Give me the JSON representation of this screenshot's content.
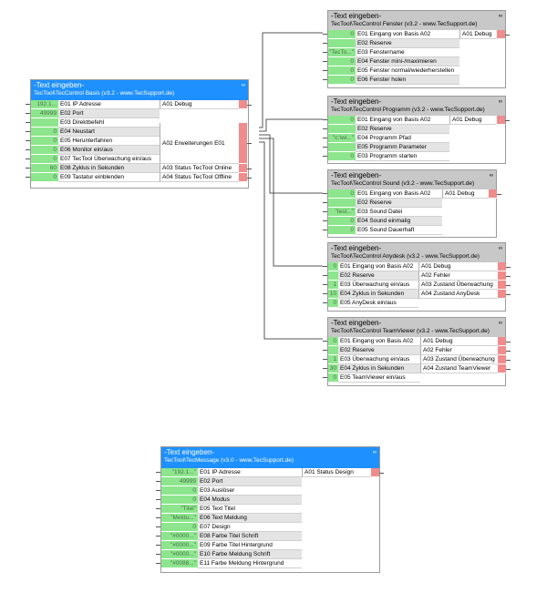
{
  "blocks": {
    "basis": {
      "title": "-Text eingeben-",
      "subtitle": "TecTool\\TecControl Basis (v3.2 - www.TecSupport.de)",
      "icon": "∞",
      "inputs": [
        {
          "value": "192.1...",
          "label": "E01 IP Adresse"
        },
        {
          "value": "49999",
          "label": "E02 Port"
        },
        {
          "value": "",
          "label": "E03 Direktbefehl"
        },
        {
          "value": "0",
          "label": "E04 Neustart"
        },
        {
          "value": "0",
          "label": "E05 Herunterfahren"
        },
        {
          "value": "0",
          "label": "E06 Monitor ein/aus"
        },
        {
          "value": "0",
          "label": "E07 TecTool Überwachung ein/aus"
        },
        {
          "value": "60",
          "label": "E08 Zyklus in Sekunden"
        },
        {
          "value": "0",
          "label": "E09 Tastatur einblenden"
        }
      ],
      "outputs": [
        "A01 Debug",
        "A02 Erweiterungen E01",
        "A03 Status TecTool Online",
        "A04 Status TecTool Offline"
      ]
    },
    "fenster": {
      "title": "-Text eingeben-",
      "subtitle": "TecTool\\TecControl Fenster (v3.2 - www.TecSupport.de)",
      "icon": "∞",
      "inputs": [
        {
          "value": "0",
          "label": "E01 Eingang von Basis A02"
        },
        {
          "value": "",
          "label": "E02 Reserve"
        },
        {
          "value": "\"TecTo...\"",
          "label": "E03 Fenstername"
        },
        {
          "value": "0",
          "label": "E04 Fenster mini-/maximieren"
        },
        {
          "value": "0",
          "label": "E05 Fenster normal/wiederherstellen"
        },
        {
          "value": "0",
          "label": "E06 Fenster holen"
        }
      ],
      "outputs": [
        "A01 Debug"
      ]
    },
    "programm": {
      "title": "-Text eingeben-",
      "subtitle": "TecTool\\TecControl Programm (v3.2 - www.TecSupport.de)",
      "icon": "∞",
      "inputs": [
        {
          "value": "0",
          "label": "E01 Eingang von Basis A02"
        },
        {
          "value": "",
          "label": "E02 Reserve"
        },
        {
          "value": "\"c:\\wi...\"",
          "label": "E04 Programm Pfad"
        },
        {
          "value": "",
          "label": "E05 Programm Parameter"
        },
        {
          "value": "0",
          "label": "E03 Programm starten"
        }
      ],
      "outputs": [
        "A01 Debug"
      ]
    },
    "sound": {
      "title": "-Text eingeben-",
      "subtitle": "TecTool\\TecControl Sound (v3.2 - www.TecSupport.de)",
      "icon": "∞",
      "inputs": [
        {
          "value": "0",
          "label": "E01 Eingang von Basis A02"
        },
        {
          "value": "",
          "label": "E02 Reserve"
        },
        {
          "value": "\"test...\"",
          "label": "E03 Sound Datei"
        },
        {
          "value": "0",
          "label": "E04 Sound einmalig"
        },
        {
          "value": "0",
          "label": "E05 Sound Dauerhaft"
        }
      ],
      "outputs": [
        "A01 Debug"
      ]
    },
    "anydesk": {
      "title": "-Text eingeben-",
      "subtitle": "TecTool\\TecControl Anydesk (v3.2 - www.TecSupport.de)",
      "icon": "∞",
      "inputs": [
        {
          "value": "0",
          "label": "E01 Eingang von Basis A02"
        },
        {
          "value": "",
          "label": "E02 Reserve"
        },
        {
          "value": "1",
          "label": "E03 Überwachung ein/aus"
        },
        {
          "value": "10",
          "label": "E04 Zyklus in Sekunden"
        },
        {
          "value": "0",
          "label": "E05 AnyDesk ein/aus"
        }
      ],
      "outputs": [
        "A01 Debug",
        "A02 Fehler",
        "A03 Zustand Überwachung",
        "A04 Zustand AnyDesk"
      ]
    },
    "teamviewer": {
      "title": "-Text eingeben-",
      "subtitle": "TecTool\\TecControl TeamViewer (v3.2 - www.TecSupport.de)",
      "icon": "∞",
      "inputs": [
        {
          "value": "0",
          "label": "E01 Eingang von Basis A02"
        },
        {
          "value": "",
          "label": "E02 Reserve"
        },
        {
          "value": "1",
          "label": "E03 Überwachung ein/aus"
        },
        {
          "value": "30",
          "label": "E04 Zyklus in Sekunden"
        },
        {
          "value": "0",
          "label": "E05 TeamViewer ein/aus"
        }
      ],
      "outputs": [
        "A01 Debug",
        "A02 Fehler",
        "A03 Zustand Überwachung",
        "A04 Zustand TeamViewer"
      ]
    },
    "message": {
      "title": "-Text eingeben-",
      "subtitle": "TecTool\\TecMessage (v3.0 - www.TecSupport.de)",
      "icon": "∞",
      "inputs": [
        {
          "value": "\"192.1...\"",
          "label": "E01 IP Adresse"
        },
        {
          "value": "49999",
          "label": "E02 Port"
        },
        {
          "value": "0",
          "label": "E03 Auslöser"
        },
        {
          "value": "0",
          "label": "E04 Modus"
        },
        {
          "value": "\"Titel\"",
          "label": "E05 Text Titel"
        },
        {
          "value": "\"Meldu...\"",
          "label": "E06 Text Meldung"
        },
        {
          "value": "0",
          "label": "E07 Design"
        },
        {
          "value": "\"#0000...\"",
          "label": "E08 Farbe Titel Schrift"
        },
        {
          "value": "\"#0000...\"",
          "label": "E09 Farbe Titel Hintergrund"
        },
        {
          "value": "\"#0000...\"",
          "label": "E10 Farbe Meldung Schrift"
        },
        {
          "value": "\"#0088...\"",
          "label": "E11 Farbe Meldung Hintergrund"
        }
      ],
      "outputs": [
        "A01 Status Design"
      ]
    }
  },
  "colors": {
    "header_active": "#1e90ff",
    "header_inactive": "#c8c8c8",
    "input_port": "#8de68d",
    "output_port": "#f08c8c",
    "wire": "#555555"
  }
}
